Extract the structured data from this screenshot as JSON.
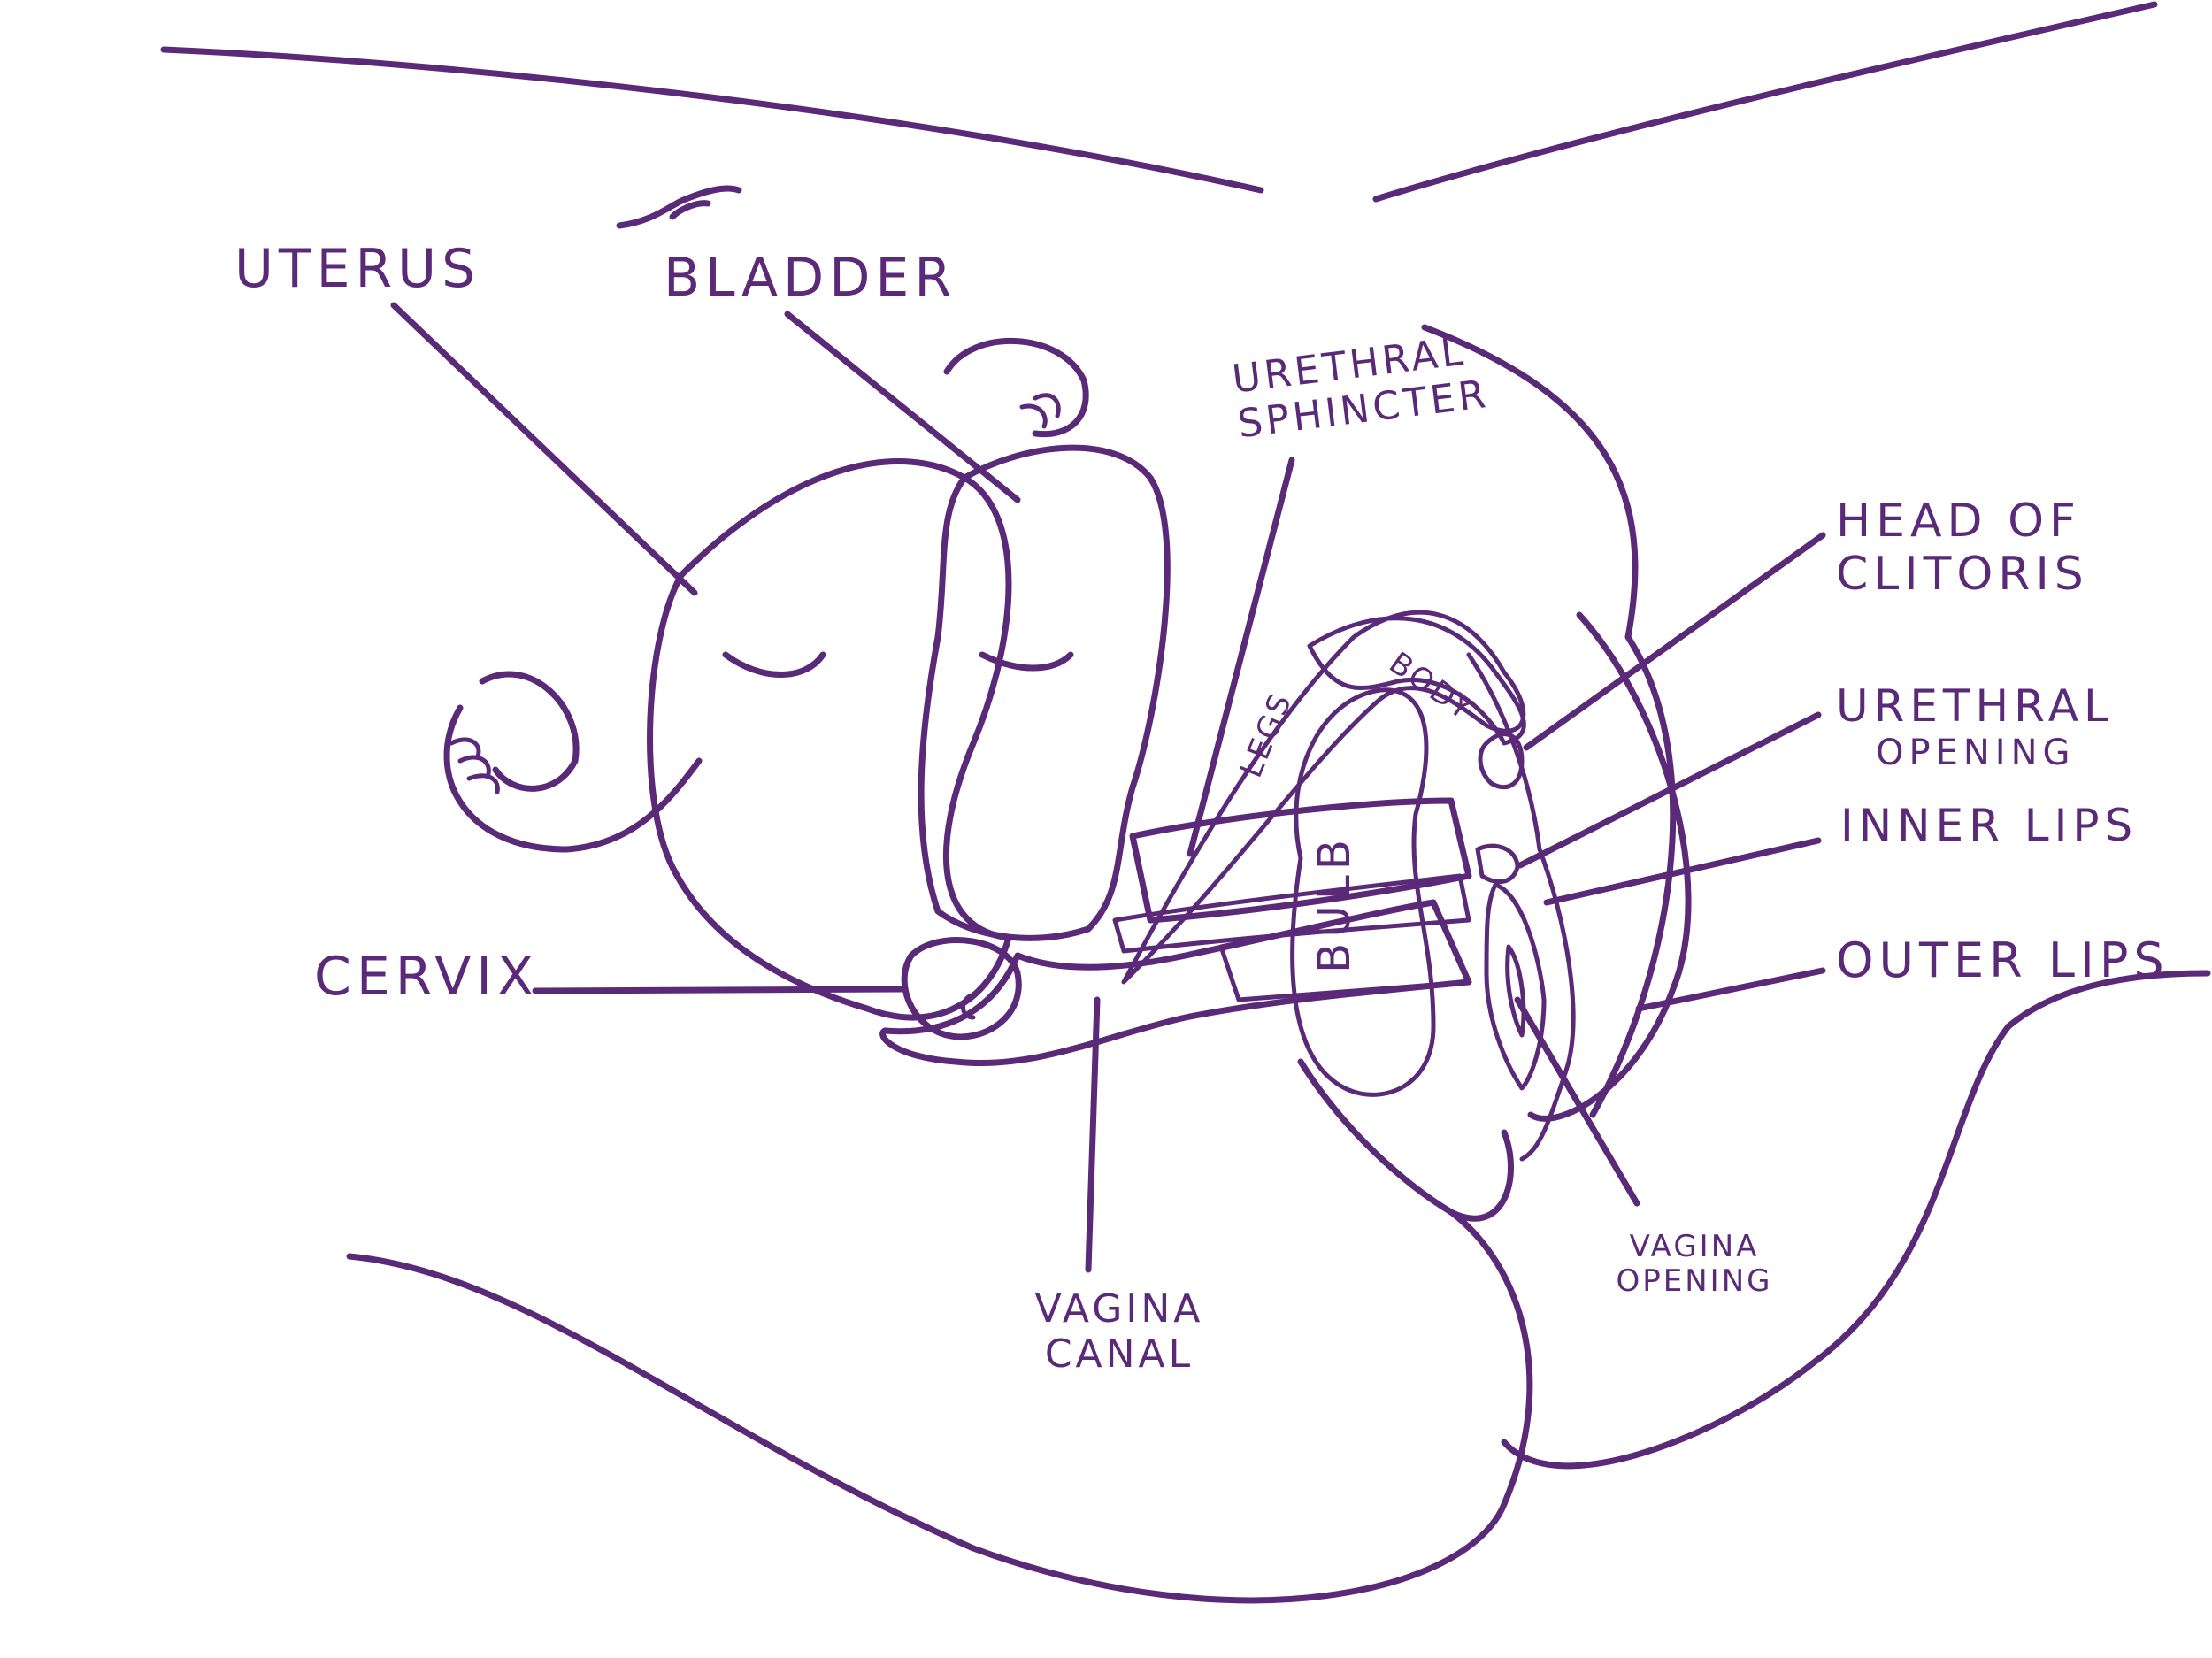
{
  "labels": {
    "uterus": "UTERUS",
    "bladder": "BLADDER",
    "cervix": "CERVIX",
    "vagina_canal_1": "VAGINA",
    "vagina_canal_2": "CANAL",
    "urethral_sphincter_1": "URETHRAL",
    "urethral_sphincter_2": "SPHINCTER",
    "head_of_clitoris_1": "HEAD OF",
    "head_of_clitoris_2": "CLITORIS",
    "urethral_opening_1": "URETHRAL",
    "urethral_opening_2": "OPENING",
    "inner_lips": "INNER LIPS",
    "outer_lips": "OUTER LIPS",
    "vagina_opening_1": "VAGINA",
    "vagina_opening_2": "OPENING",
    "legs": "LEGS",
    "body": "BODY",
    "bulb": "BULB"
  },
  "colors": {
    "outline": "#5a2a78",
    "clitoris": "#f2c7f3",
    "bladder_tint": "#f6e4f6",
    "sphincter": "#f2e27e",
    "vagina_canal": "#bfe6e2",
    "vagina_inner": "#2e8c7a",
    "vagina_opening": "#2a1650"
  }
}
